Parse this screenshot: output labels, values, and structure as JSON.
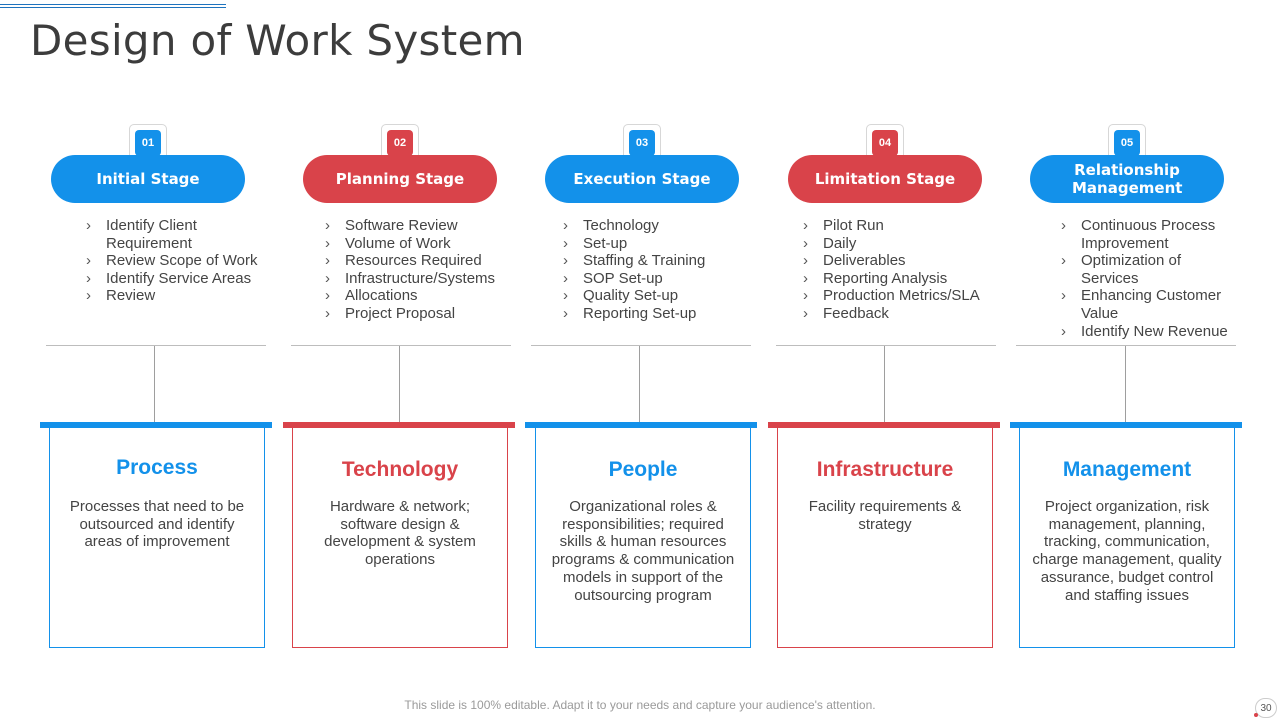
{
  "title": "Design of Work System",
  "colors": {
    "blue": "#1391ea",
    "red": "#d9434a"
  },
  "stages": [
    {
      "number": "01",
      "label": "Initial Stage",
      "color": "blue",
      "bullets": [
        "Identify Client Requirement",
        "Review Scope of Work",
        "Identify Service Areas",
        "Review"
      ]
    },
    {
      "number": "02",
      "label": "Planning Stage",
      "color": "red",
      "bullets": [
        "Software Review",
        "Volume of Work",
        "Resources Required",
        "Infrastructure/Systems",
        "Allocations",
        "Project Proposal"
      ]
    },
    {
      "number": "03",
      "label": "Execution Stage",
      "color": "blue",
      "bullets": [
        "Technology",
        "Set-up",
        "Staffing & Training",
        "SOP Set-up",
        "Quality Set-up",
        "Reporting Set-up"
      ]
    },
    {
      "number": "04",
      "label": "Limitation Stage",
      "color": "red",
      "bullets": [
        "Pilot Run",
        "Daily",
        "Deliverables",
        "Reporting Analysis",
        "Production Metrics/SLA",
        "Feedback"
      ]
    },
    {
      "number": "05",
      "label": "Relationship Management",
      "color": "blue",
      "bullets": [
        "Continuous Process Improvement",
        "Optimization of Services",
        "Enhancing Customer Value",
        "Identify New Revenue"
      ]
    }
  ],
  "boxes": [
    {
      "title": "Process",
      "text": "Processes that need to be outsourced and identify areas of improvement"
    },
    {
      "title": "Technology",
      "text": "Hardware & network; software design & development & system operations"
    },
    {
      "title": "People",
      "text": "Organizational roles & responsibilities; required skills & human resources programs & communication models in support of the outsourcing program"
    },
    {
      "title": "Infrastructure",
      "text": "Facility requirements & strategy"
    },
    {
      "title": "Management",
      "text": "Project organization, risk management, planning, tracking, communication, charge management, quality assurance, budget control and staffing issues"
    }
  ],
  "footer": "This slide is 100% editable. Adapt it to your needs and capture your audience's attention.",
  "page_number": "30",
  "bullet_icon": "chevron-right-icon"
}
